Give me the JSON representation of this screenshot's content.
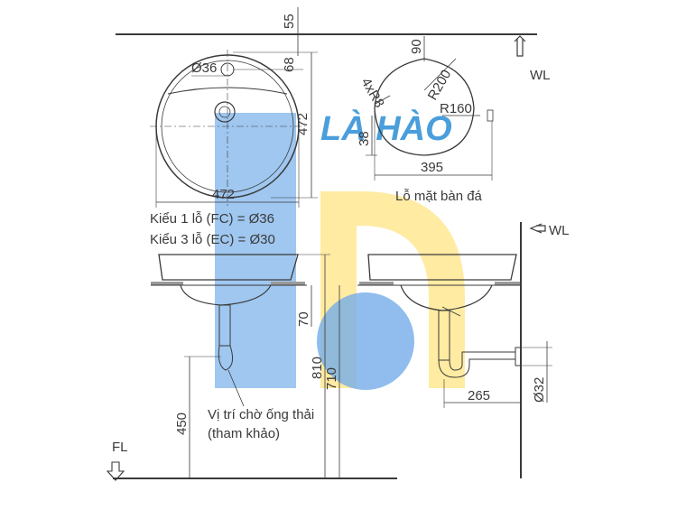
{
  "logo": {
    "text": "LÀ HÀO",
    "colors": {
      "blue": "#2f7fd8",
      "yellow": "#ffe27a"
    }
  },
  "top_view": {
    "dims": {
      "top_gap": "55",
      "offset": "68",
      "depth": "472",
      "width": "472",
      "hole": "Ø36"
    }
  },
  "cutout": {
    "dims": {
      "top": "90",
      "r200": "R200",
      "corner": "4xR8",
      "r160": "R160",
      "side": "38",
      "width": "395"
    },
    "caption": "Lỗ mặt bàn đá"
  },
  "notes": [
    "Kiểu 1 lỗ (FC) = Ø36",
    "Kiểu 3 lỗ (EC) = Ø30"
  ],
  "front_view": {
    "dims": {
      "drop": "70",
      "h810": "810",
      "h710": "710",
      "h450": "450"
    },
    "drain_note": [
      "Vị trí chờ ống thải",
      "(tham khảo)"
    ]
  },
  "side_view": {
    "dims": {
      "h265": "265",
      "pipe": "Ø32"
    }
  },
  "markers": {
    "wl_top": "WL",
    "wl_side": "WL",
    "fl": "FL"
  },
  "colors": {
    "line": "#3a3a3a",
    "counter_hatch": "#9a9a9a"
  }
}
